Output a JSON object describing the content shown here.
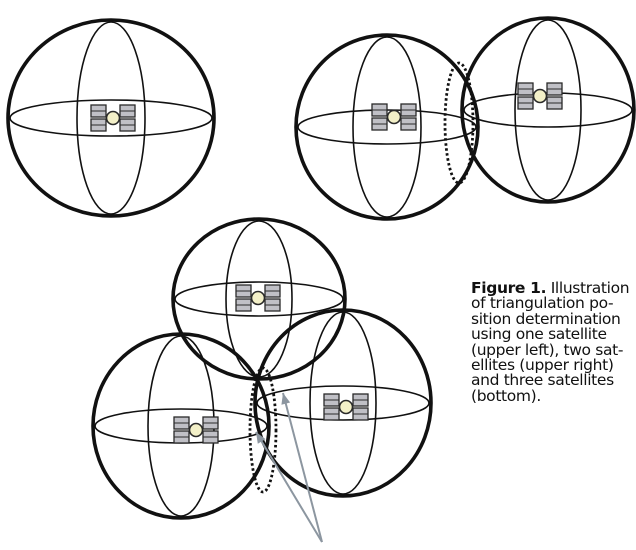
{
  "caption": {
    "label": "Figure 1.",
    "lines": [
      "Illustration",
      "of triangulation po-",
      "sition determination",
      "using one satellite",
      "(upper left), two sat-",
      "ellites (upper right)",
      "and three satellites",
      "(bottom)."
    ]
  },
  "colors": {
    "outline": "#111111",
    "panel_fill": "#c0c0c6",
    "panel_stroke": "#2a2a2a",
    "body_fill": "#f3f0c8",
    "pointer": "#8c96a0"
  }
}
